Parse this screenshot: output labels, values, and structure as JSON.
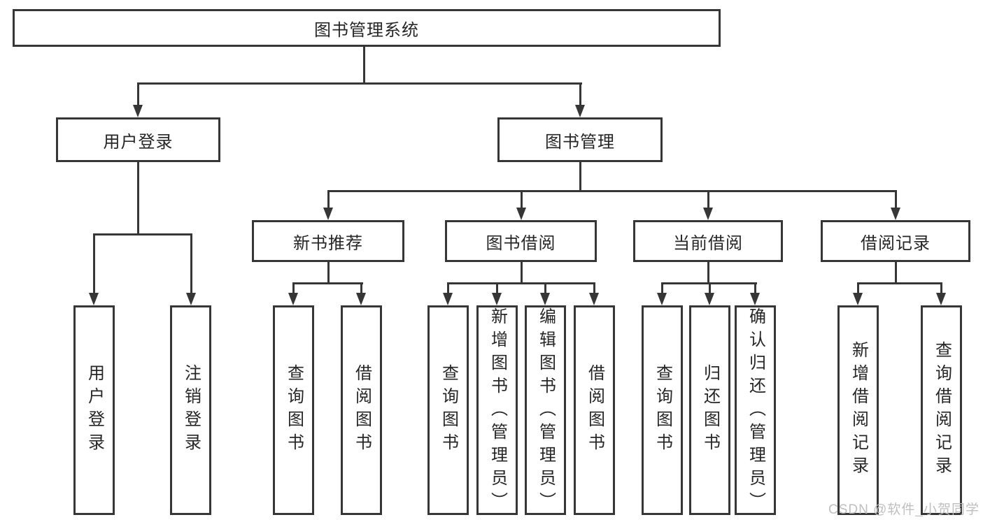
{
  "tree": {
    "root": "图书管理系统",
    "level2": [
      "用户登录",
      "图书管理"
    ],
    "level3": [
      "新书推荐",
      "图书借阅",
      "当前借阅",
      "借阅记录"
    ],
    "leaves": {
      "user_login": [
        "用户登录",
        "注销登录"
      ],
      "new_book_rec": [
        "查询图书",
        "借阅图书"
      ],
      "book_borrow": [
        "查询图书",
        "新增图书（管理员）",
        "编辑图书（管理员）",
        "借阅图书"
      ],
      "current_borrow": [
        "查询图书",
        "归还图书",
        "确认归还（管理员）"
      ],
      "borrow_record": [
        "新增借阅记录",
        "查询借阅记录"
      ]
    }
  },
  "watermark": "CSDN @软件_小贺同学",
  "colors": {
    "line": "#363636",
    "text": "#262626",
    "background": "#ffffff",
    "watermark": "#bcbcbc"
  }
}
